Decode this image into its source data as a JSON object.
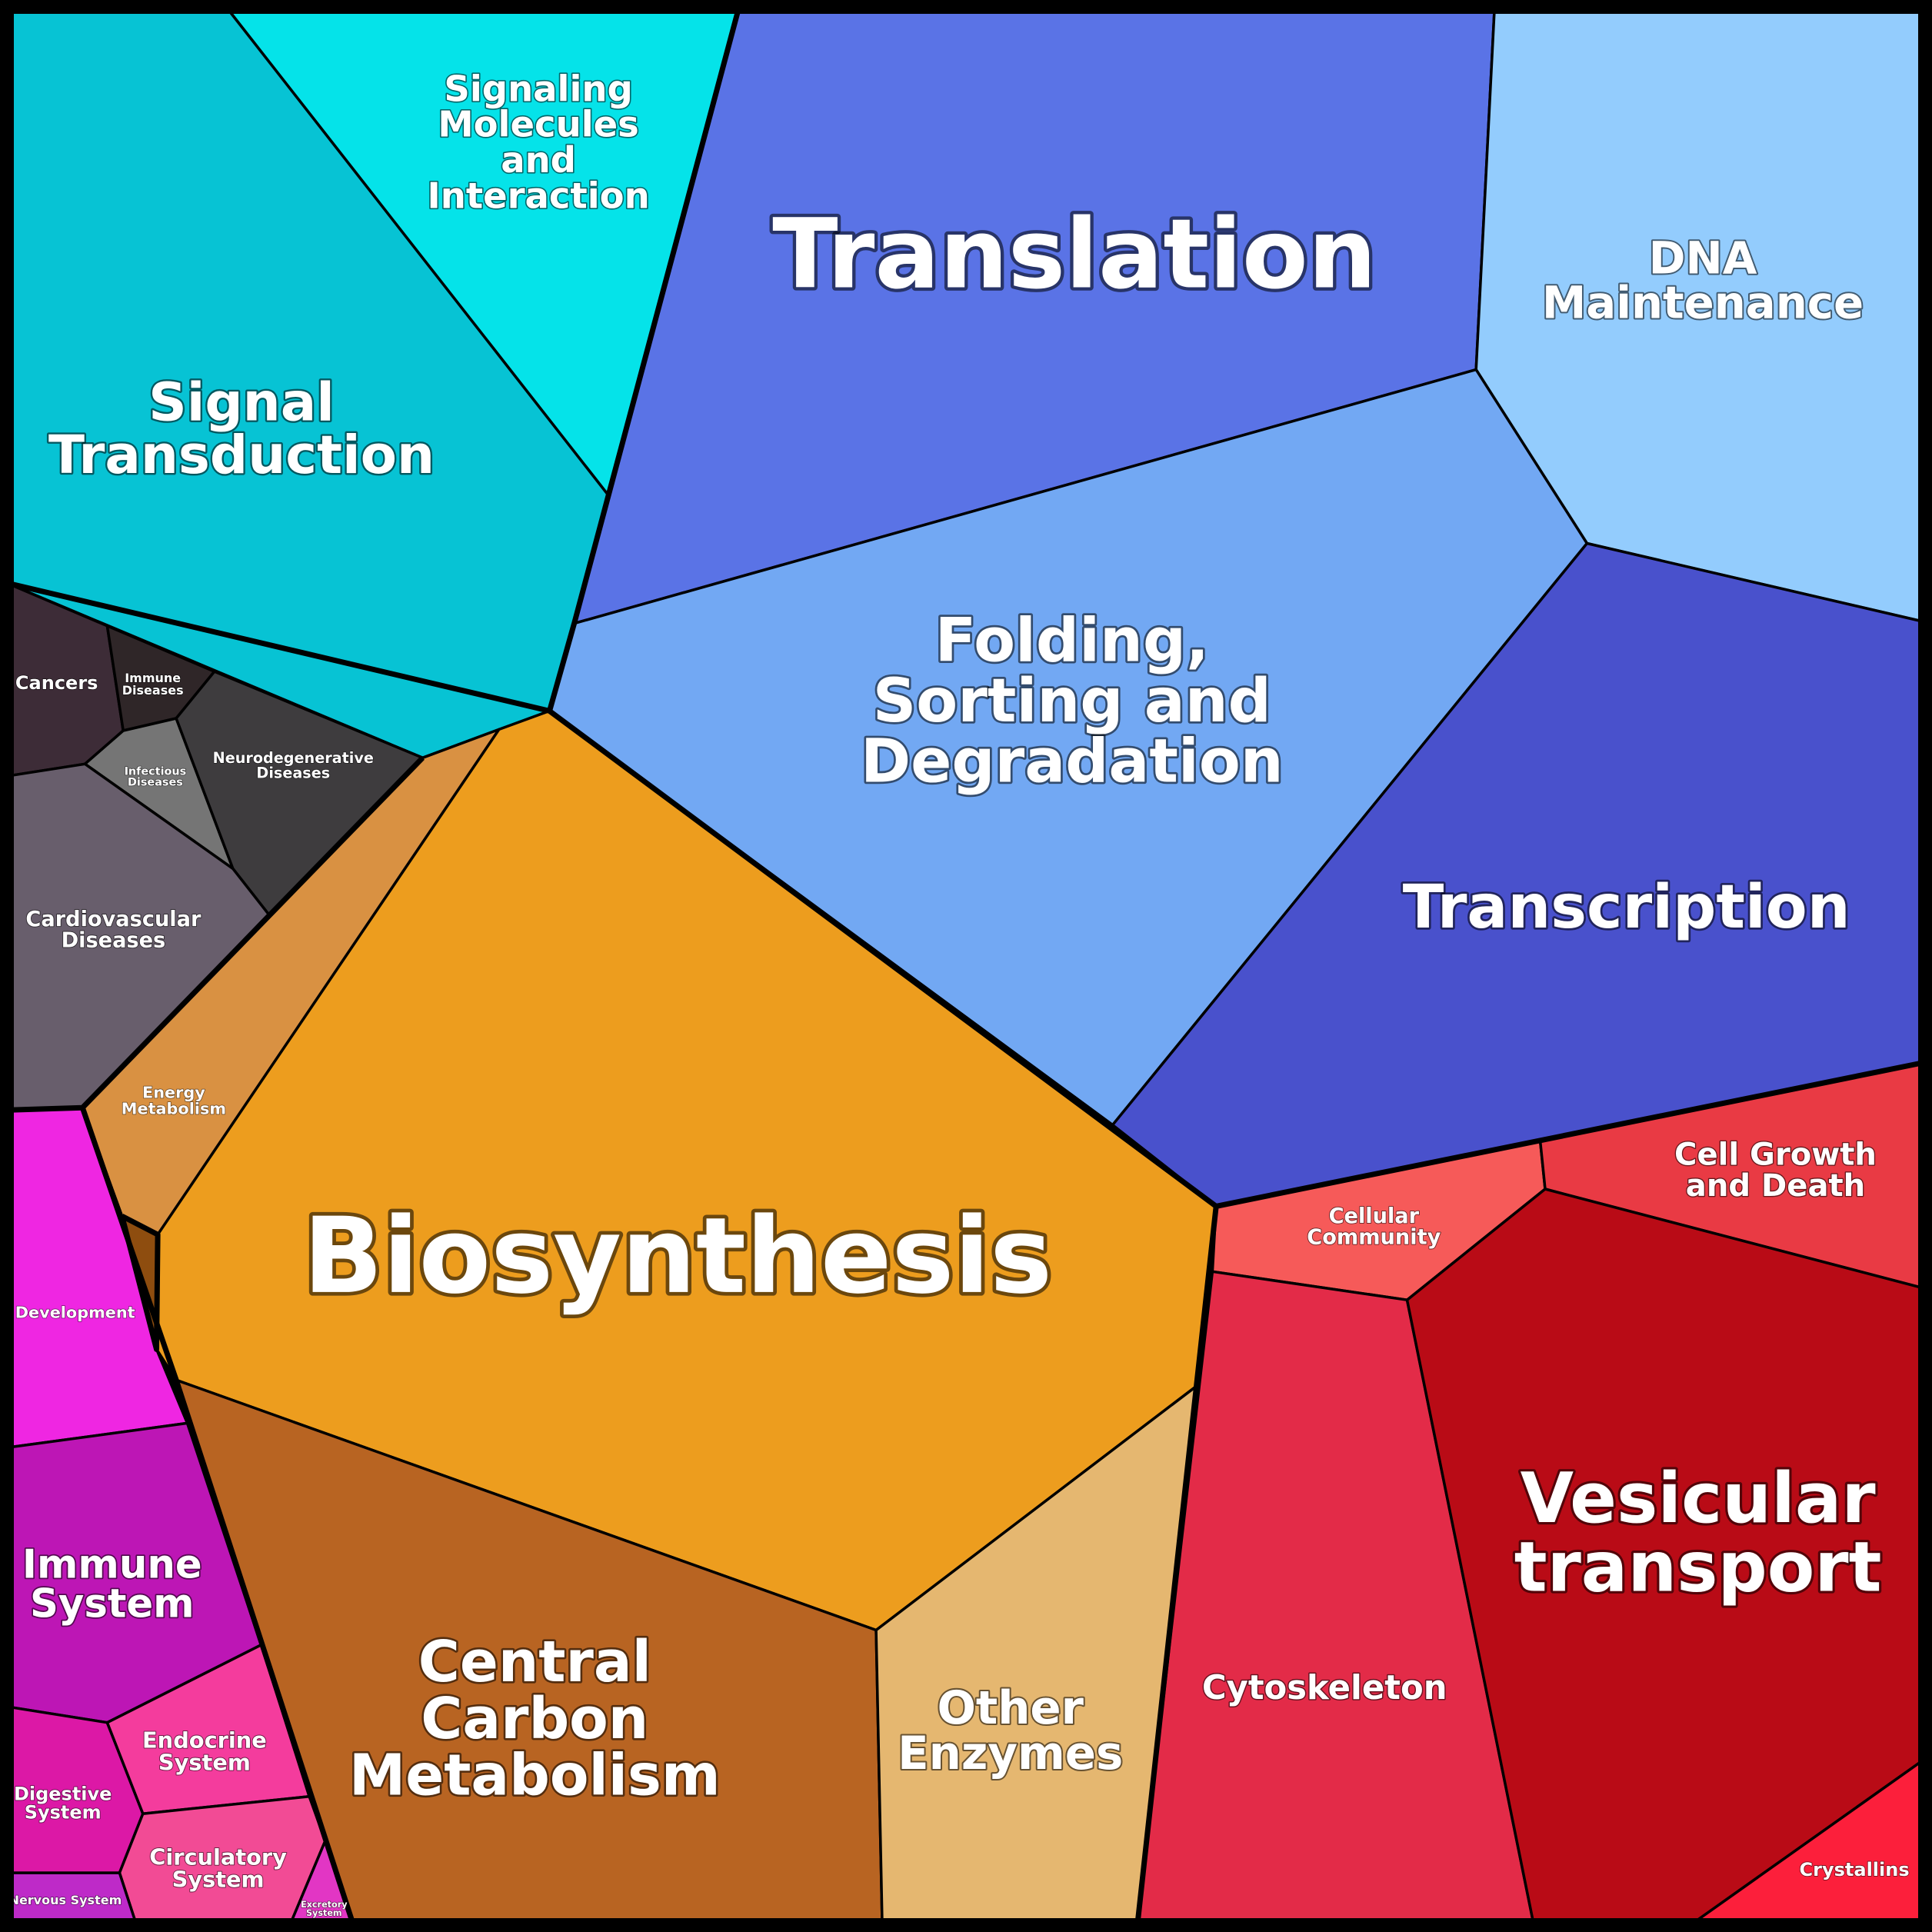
{
  "cells": [
    {
      "key": "translation",
      "label": "Translation",
      "lines": [
        "Translation"
      ],
      "color": "#5a73e6"
    },
    {
      "key": "signaling_molecules",
      "label": "Signaling Molecules and Interaction",
      "lines": [
        "Signaling",
        "Molecules",
        "and",
        "Interaction"
      ],
      "color": "#05e3e9"
    },
    {
      "key": "signal_transduction",
      "label": "Signal Transduction",
      "lines": [
        "Signal",
        "Transduction"
      ],
      "color": "#07c3d4"
    },
    {
      "key": "dna_maintenance",
      "label": "DNA Maintenance",
      "lines": [
        "DNA",
        "Maintenance"
      ],
      "color": "#93ccfd"
    },
    {
      "key": "folding",
      "label": "Folding, Sorting and Degradation",
      "lines": [
        "Folding,",
        "Sorting and",
        "Degradation"
      ],
      "color": "#72a8f3"
    },
    {
      "key": "transcription",
      "label": "Transcription",
      "lines": [
        "Transcription"
      ],
      "color": "#4951cc"
    },
    {
      "key": "cancers",
      "label": "Cancers",
      "lines": [
        "Cancers"
      ],
      "color": "#3d2c37"
    },
    {
      "key": "immune_diseases",
      "label": "Immune Diseases",
      "lines": [
        "Immune",
        "Diseases"
      ],
      "color": "#2f2628"
    },
    {
      "key": "infectious_diseases",
      "label": "Infectious Diseases",
      "lines": [
        "Infectious",
        "Diseases"
      ],
      "color": "#757575"
    },
    {
      "key": "neurodegenerative",
      "label": "Neurodegenerative Diseases",
      "lines": [
        "Neurodegenerative",
        "Diseases"
      ],
      "color": "#3e3c3e"
    },
    {
      "key": "cardiovascular",
      "label": "Cardiovascular Diseases",
      "lines": [
        "Cardiovascular",
        "Diseases"
      ],
      "color": "#685e6c"
    },
    {
      "key": "energy_metabolism",
      "label": "Energy Metabolism",
      "lines": [
        "Energy",
        "Metabolism"
      ],
      "color": "#d99142"
    },
    {
      "key": "small_metabolism",
      "label": "",
      "lines": [],
      "color": "#8e4d0f"
    },
    {
      "key": "biosynthesis",
      "label": "Biosynthesis",
      "lines": [
        "Biosynthesis"
      ],
      "color": "#ed9d1e"
    },
    {
      "key": "central_carbon",
      "label": "Central Carbon Metabolism",
      "lines": [
        "Central",
        "Carbon",
        "Metabolism"
      ],
      "color": "#b86422"
    },
    {
      "key": "other_enzymes",
      "label": "Other Enzymes",
      "lines": [
        "Other",
        "Enzymes"
      ],
      "color": "#e5b770"
    },
    {
      "key": "cellular_community",
      "label": "Cellular Community",
      "lines": [
        "Cellular",
        "Community"
      ],
      "color": "#f65a59"
    },
    {
      "key": "cell_growth",
      "label": "Cell Growth and Death",
      "lines": [
        "Cell Growth",
        "and Death"
      ],
      "color": "#e93a44"
    },
    {
      "key": "cytoskeleton",
      "label": "Cytoskeleton",
      "lines": [
        "Cytoskeleton"
      ],
      "color": "#e32b48"
    },
    {
      "key": "vesicular_transport",
      "label": "Vesicular transport",
      "lines": [
        "Vesicular",
        "transport"
      ],
      "color": "#b90b16"
    },
    {
      "key": "crystallins",
      "label": "Crystallins",
      "lines": [
        "Crystallins"
      ],
      "color": "#fc1f3b"
    },
    {
      "key": "development",
      "label": "Development",
      "lines": [
        "Development"
      ],
      "color": "#ef26e2"
    },
    {
      "key": "immune_system",
      "label": "Immune System",
      "lines": [
        "Immune",
        "System"
      ],
      "color": "#bd16b5"
    },
    {
      "key": "digestive_system",
      "label": "Digestive System",
      "lines": [
        "Digestive",
        "System"
      ],
      "color": "#dc18a6"
    },
    {
      "key": "endocrine_system",
      "label": "Endocrine System",
      "lines": [
        "Endocrine",
        "System"
      ],
      "color": "#f43c9d"
    },
    {
      "key": "circulatory_system",
      "label": "Circulatory System",
      "lines": [
        "Circulatory",
        "System"
      ],
      "color": "#f24b95"
    },
    {
      "key": "nervous_system",
      "label": "Nervous System",
      "lines": [
        "Nervous System"
      ],
      "color": "#be2ac8"
    },
    {
      "key": "excretory_system",
      "label": "Excretory System",
      "lines": [
        "Excretory",
        "System"
      ],
      "color": "#e236c4"
    }
  ]
}
